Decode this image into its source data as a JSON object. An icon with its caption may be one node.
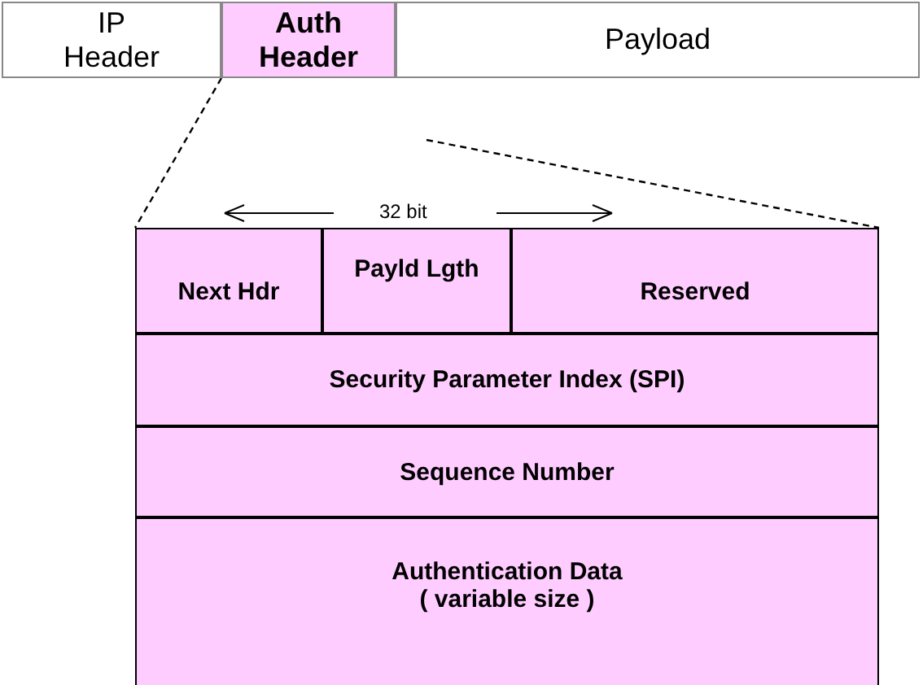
{
  "diagram": {
    "nodes": [
      {
        "text": [
          "IP Header"
        ]
      },
      {
        "text": [
          "Auth Header"
        ]
      },
      {
        "text": [
          "Payload"
        ]
      },
      {
        "text": [],
        "shape": "box"
      },
      {
        "text": [
          "Next Hdr"
        ],
        "in": 3
      },
      {
        "text": [
          "Payld Lgth"
        ],
        "in": 3
      },
      {
        "text": [
          "Reserved"
        ],
        "in": 3
      },
      {
        "text": [
          "Security Parameter Index (SPI)"
        ],
        "in": 3
      },
      {
        "text": [
          "Sequence Number"
        ],
        "in": 3
      },
      {
        "text": [
          "Authentication Data ( variable size )"
        ],
        "in": 3
      }
    ],
    "edges": [
      {
        "from": 1,
        "to": 3,
        "arrow": "none",
        "style": "dashed"
      },
      {
        "from": null,
        "to": 3,
        "arrow": "none",
        "style": "dashed"
      }
    ],
    "labels": [
      "32 bit"
    ]
  }
}
